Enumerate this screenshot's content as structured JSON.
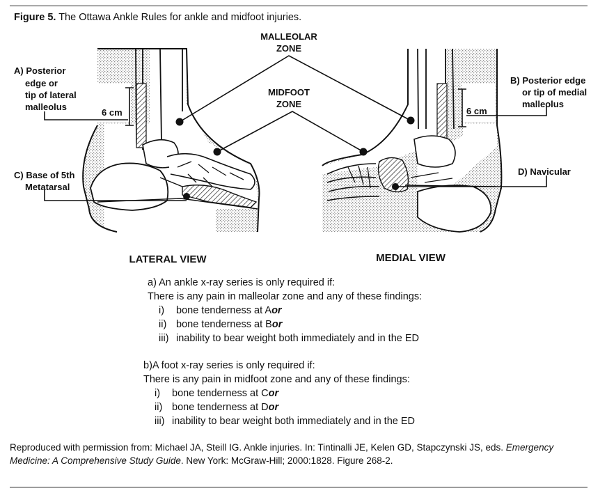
{
  "caption": {
    "label": "Figure 5.",
    "text": " The Ottawa Ankle Rules for ankle and midfoot injuries."
  },
  "diagram": {
    "zones": {
      "malleolar": [
        "MALLEOLAR",
        "ZONE"
      ],
      "midfoot": [
        "MIDFOOT",
        "ZONE"
      ]
    },
    "labels": {
      "a": [
        "A) Posterior",
        "edge or",
        "tip of lateral",
        "malleolus"
      ],
      "b": [
        "B) Posterior edge",
        "or tip of medial",
        "malleolus"
      ],
      "c": [
        "C) Base of 5th",
        "Metatarsal"
      ],
      "d": "D) Navicular",
      "cm_left": "6 cm",
      "cm_right": "6 cm"
    },
    "views": {
      "lateral": "LATERAL VIEW",
      "medial": "MEDIAL VIEW"
    }
  },
  "criteria": {
    "a": {
      "title": "a) An ankle x-ray series is only required if:",
      "intro": "There is any pain in malleolar zone and any of these findings:",
      "items": [
        {
          "num": "i)",
          "text": "bone tenderness at A ",
          "or": "or"
        },
        {
          "num": "ii)",
          "text": "bone tenderness at B ",
          "or": "or"
        },
        {
          "num": "iii)",
          "text": "inability to bear weight both immediately and in the ED",
          "or": ""
        }
      ]
    },
    "b": {
      "title": "b)A foot x-ray series is only required if:",
      "intro": "There is any pain in midfoot zone and any of these findings:",
      "items": [
        {
          "num": "i)",
          "text": "bone tenderness at C ",
          "or": "or"
        },
        {
          "num": "ii)",
          "text": "bone tenderness at D ",
          "or": "or"
        },
        {
          "num": "iii)",
          "text": "inability to bear weight both immediately and in the ED",
          "or": ""
        }
      ]
    }
  },
  "reference": {
    "text": "Reproduced with permission from: Michael JA, Steill IG. Ankle injuries. In: Tintinalli JE, Kelen GD, Stapczynski JS, eds. ",
    "title": "Emergency Medicine: A Comprehensive Study Guide",
    "tail": ". New York: McGraw-Hill; 2000:1828. Figure 268-2."
  }
}
